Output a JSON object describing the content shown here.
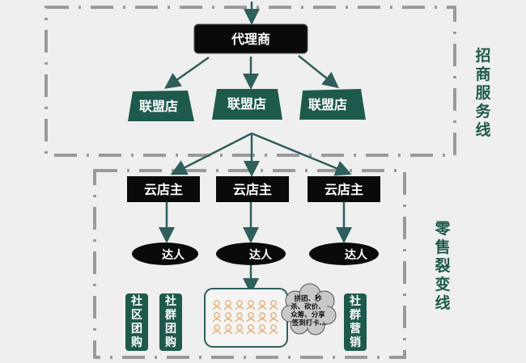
{
  "top_section": {
    "label": "招商服务线",
    "agent": "代理商",
    "franchises": [
      "联盟店",
      "联盟店",
      "联盟店"
    ]
  },
  "bottom_section": {
    "label": "零售裂变线",
    "cloud_stores": [
      "云店主",
      "云店主",
      "云店主"
    ],
    "influencers": [
      "达人",
      "达人",
      "达人"
    ],
    "channels": [
      "社区团购",
      "社群团购",
      "社群营销"
    ],
    "cloud_bubble": [
      "拼团、秒",
      "杀、砍价、",
      "众筹、分享",
      "签到打卡…"
    ],
    "people_icon_count": 18
  },
  "colors": {
    "dark_green": "#1e5a4c",
    "arrow": "#2f5f5a",
    "black": "#0a0a0a",
    "orange": "#e8a25a",
    "dash": "#9a9a9a"
  }
}
